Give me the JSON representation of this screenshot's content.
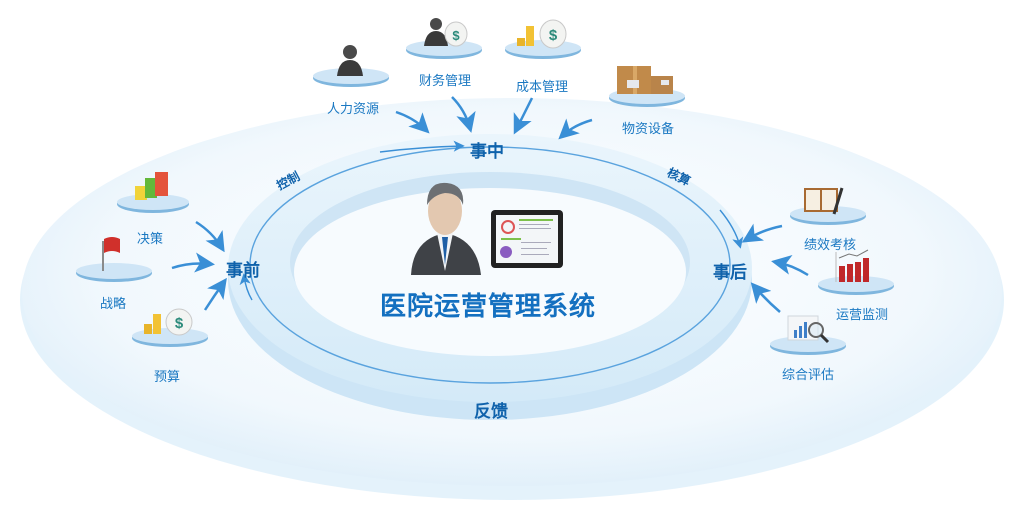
{
  "diagram": {
    "title": "医院运营管理系统",
    "stages": {
      "before": "事前",
      "during": "事中",
      "after": "事后",
      "feedback": "反馈"
    },
    "arc_labels": {
      "control": "控制",
      "accounting": "核算"
    },
    "before_inputs": [
      {
        "label": "决策",
        "icon": "bar-blocks-icon"
      },
      {
        "label": "战略",
        "icon": "red-flag-icon"
      },
      {
        "label": "预算",
        "icon": "coins-moneybag-icon"
      }
    ],
    "during_inputs": [
      {
        "label": "人力资源",
        "icon": "person-silhouette-icon"
      },
      {
        "label": "财务管理",
        "icon": "person-moneybag-icon"
      },
      {
        "label": "成本管理",
        "icon": "coins-moneybag-icon"
      },
      {
        "label": "物资设备",
        "icon": "cardboard-boxes-icon"
      }
    ],
    "after_inputs": [
      {
        "label": "绩效考核",
        "icon": "notebook-pen-icon"
      },
      {
        "label": "运营监测",
        "icon": "red-bar-chart-icon"
      },
      {
        "label": "综合评估",
        "icon": "chart-magnifier-icon"
      }
    ],
    "center_icons": [
      "businessman-icon",
      "tablet-dashboard-icon"
    ],
    "colors": {
      "primary_text": "#1a78c2",
      "stage_text": "#0f62ab",
      "ring_light": "#e3f1fb",
      "ring_mid": "#cfe6f6",
      "arrow": "#3a8fd6"
    }
  }
}
